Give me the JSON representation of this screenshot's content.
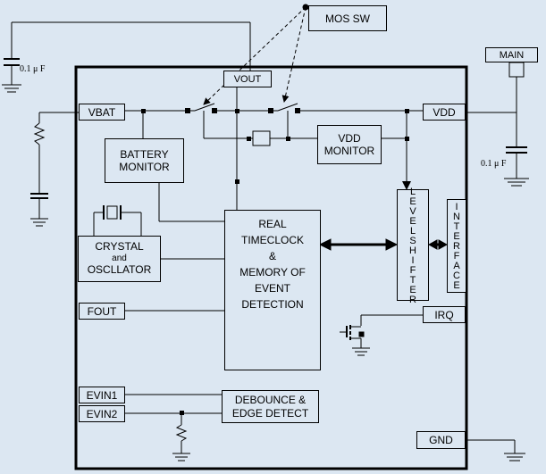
{
  "labels": {
    "mos_sw": "MOS SW",
    "vout": "VOUT",
    "vbat": "VBAT",
    "vdd": "VDD",
    "main": "MAIN",
    "cap_left": "0.1 μ F",
    "cap_right": "0.1 μ F",
    "battery_monitor": [
      "BATTERY",
      "MONITOR"
    ],
    "vdd_monitor": [
      "VDD",
      "MONITOR"
    ],
    "crystal": [
      "CRYSTAL",
      "and",
      "OSCLLATOR"
    ],
    "rtc": [
      "REAL",
      "TIMECLOCK",
      "&",
      "MEMORY OF",
      "EVENT",
      "DETECTION"
    ],
    "levelshifter": "LEVELSHIFTER",
    "interface": "INTERFACE",
    "fout": "FOUT",
    "irq": "IRQ",
    "evin1": "EVIN1",
    "evin2": "EVIN2",
    "debounce": [
      "DEBOUNCE &",
      "EDGE DETECT"
    ],
    "gnd": "GND"
  }
}
